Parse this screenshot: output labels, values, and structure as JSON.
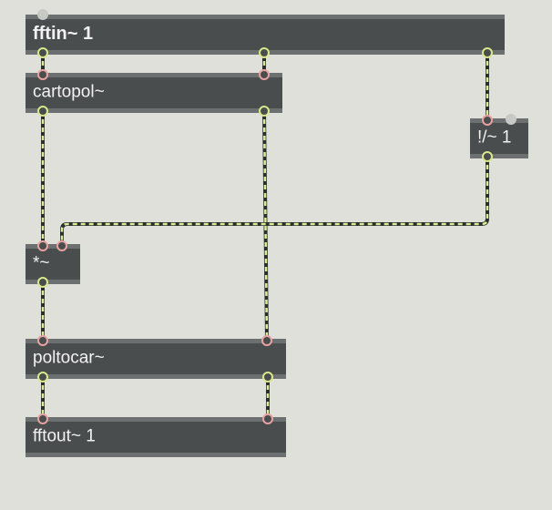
{
  "patcher": {
    "objects": {
      "fftin": {
        "text": "fftin~ 1"
      },
      "cartopol": {
        "text": "cartopol~"
      },
      "rdiv": {
        "text": "!/~ 1"
      },
      "mul": {
        "text": "*~"
      },
      "poltocar": {
        "text": "poltocar~"
      },
      "fftout": {
        "text": "fftout~ 1"
      }
    },
    "colors": {
      "background": "#dfe0da",
      "object_fill": "#4a4d4e",
      "object_rim": "#6d7071",
      "object_text": "#f2f2f2",
      "cord_dark": "#2c2e2c",
      "cord_signal": "#d8ec9a",
      "outlet_ring": "#d9e88a",
      "inlet_ring": "#e8a2a2"
    }
  }
}
